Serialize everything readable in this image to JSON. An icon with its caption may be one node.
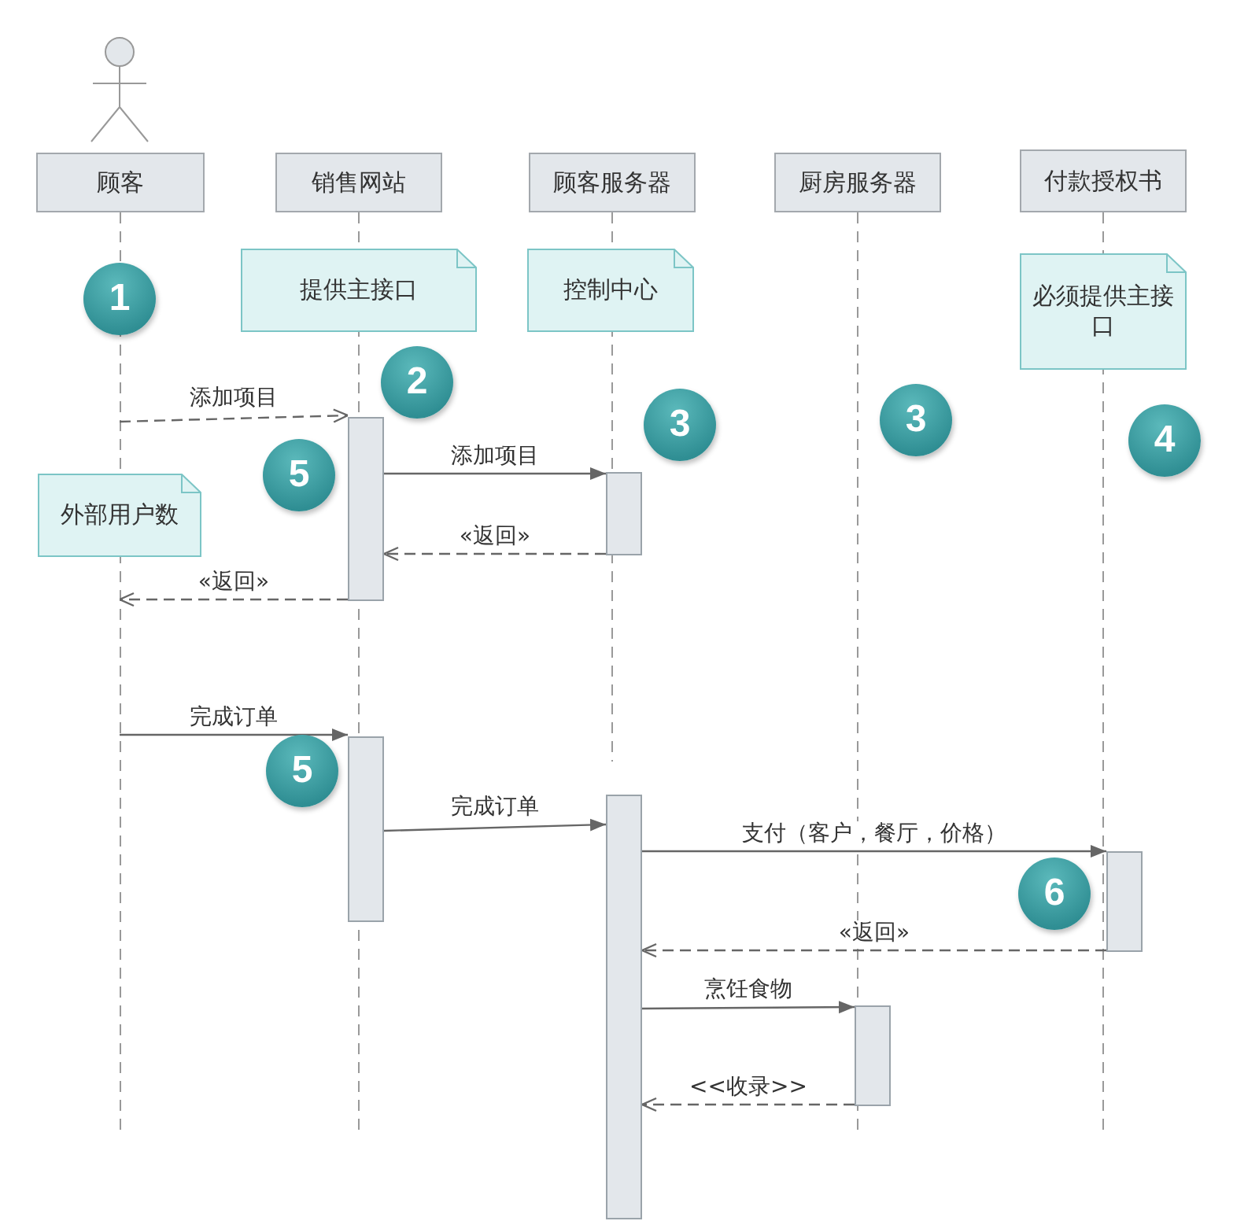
{
  "diagram": {
    "nodes": [
      {
        "text": [
          "顾客"
        ]
      },
      {
        "text": [
          "销售网站"
        ]
      },
      {
        "text": [
          "顾客服务器"
        ]
      },
      {
        "text": [
          "厨房服务器"
        ]
      },
      {
        "text": [
          "付款授权书"
        ]
      },
      {
        "text": [
          "提供主接口"
        ]
      },
      {
        "text": [
          "控制中心"
        ]
      },
      {
        "text": [
          "必须提供主接口"
        ]
      },
      {
        "text": [
          "外部用户数"
        ]
      },
      {
        "text": [
          "1"
        ]
      },
      {
        "text": [
          "2"
        ]
      },
      {
        "text": [
          "3"
        ]
      },
      {
        "text": [
          "3"
        ]
      },
      {
        "text": [
          "4"
        ]
      },
      {
        "text": [
          "5"
        ]
      },
      {
        "text": [
          "5"
        ]
      },
      {
        "text": [
          "6"
        ]
      },
      {
        "text": [],
        "shape": "bar"
      },
      {
        "text": [],
        "shape": "bar"
      },
      {
        "text": [],
        "shape": "bar"
      },
      {
        "text": [],
        "shape": "bar"
      },
      {
        "text": [],
        "shape": "bar"
      },
      {
        "text": [],
        "shape": "bar"
      }
    ],
    "edges": [
      {
        "from": null,
        "to": 17,
        "arrow": "to",
        "label": "添加项目",
        "style": "dashed"
      },
      {
        "from": 17,
        "to": 18,
        "arrow": "to",
        "label": "添加项目"
      },
      {
        "from": 18,
        "to": 17,
        "arrow": "to",
        "label": "«返回»",
        "style": "dashed"
      },
      {
        "from": 17,
        "to": null,
        "arrow": "to",
        "label": "«返回»",
        "style": "dashed"
      },
      {
        "from": null,
        "to": 19,
        "arrow": "to",
        "label": "完成订单"
      },
      {
        "from": 19,
        "to": 20,
        "arrow": "to",
        "label": "完成订单"
      },
      {
        "from": 20,
        "to": 21,
        "arrow": "to",
        "label": "支付（客户，餐厅，价格）"
      },
      {
        "from": 21,
        "to": 20,
        "arrow": "to",
        "label": "«返回»",
        "style": "dashed"
      },
      {
        "from": 20,
        "to": 22,
        "arrow": "to",
        "label": "烹饪食物"
      },
      {
        "from": 22,
        "to": 20,
        "arrow": "to",
        "label": "<<收录>>",
        "style": "dashed"
      }
    ]
  }
}
